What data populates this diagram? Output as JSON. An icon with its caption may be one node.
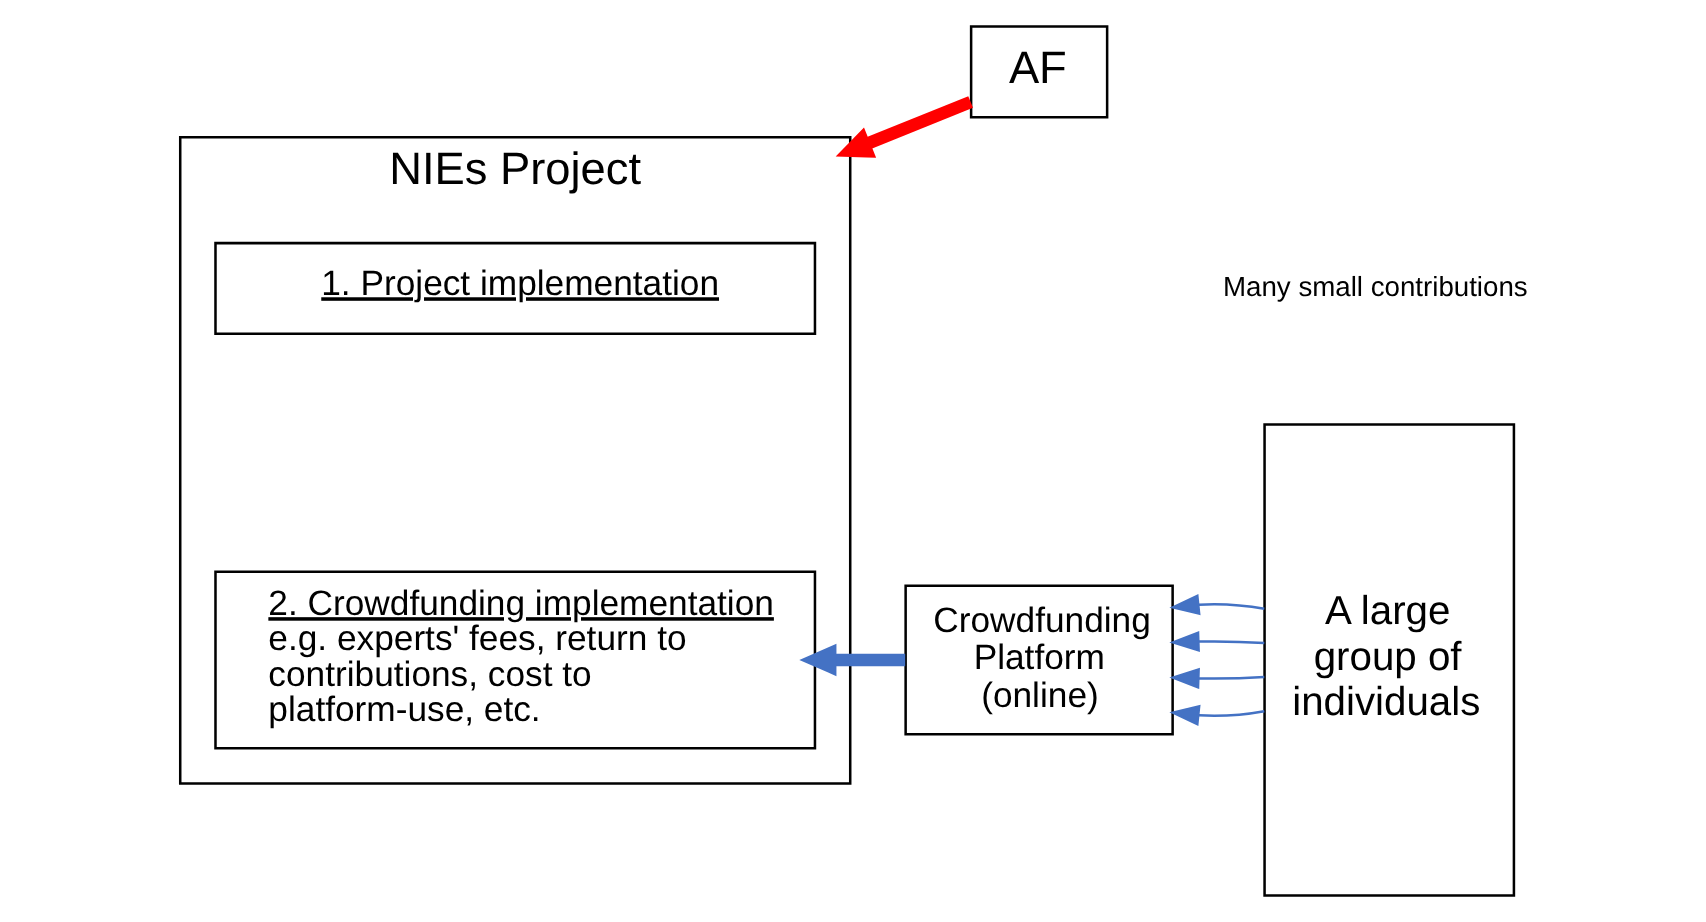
{
  "diagram": {
    "nodes": [
      {
        "text": [
          "AF"
        ]
      },
      {
        "text": [
          "NIEs Project"
        ]
      },
      {
        "text": [
          "1. Project implementation"
        ],
        "in": 1
      },
      {
        "text": [
          "2. Crowdfunding implementation",
          "e.g. experts' fees, return to contributions, cost to platform-use, etc."
        ],
        "in": 1
      },
      {
        "text": [
          "Crowdfunding Platform (online)"
        ]
      },
      {
        "text": [
          "A large group of individuals"
        ]
      }
    ],
    "edges": [
      {
        "from": 0,
        "to": 1,
        "arrow": "to",
        "style": "thick",
        "color": "#ff0000"
      },
      {
        "from": 4,
        "to": 3,
        "arrow": "to",
        "style": "thick"
      },
      {
        "from": 5,
        "to": 4,
        "arrow": "to"
      },
      {
        "from": 5,
        "to": 4,
        "arrow": "to"
      },
      {
        "from": 5,
        "to": 4,
        "arrow": "to"
      },
      {
        "from": 5,
        "to": 4,
        "arrow": "to"
      }
    ],
    "labels": [
      "Many small contributions"
    ]
  }
}
